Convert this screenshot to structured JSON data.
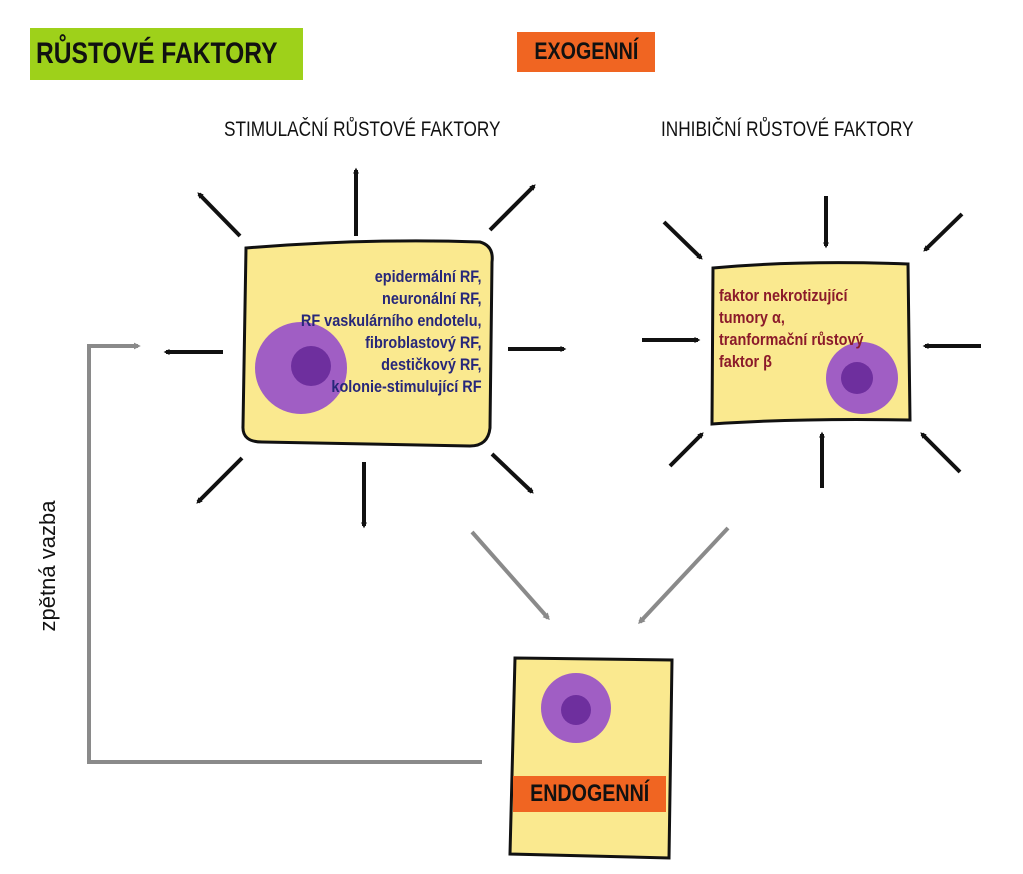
{
  "title": "RŮSTOVÉ FAKTORY",
  "exogenous_label": "EXOGENNÍ",
  "stimulating": {
    "heading": "STIMULAČNÍ RŮSTOVÉ FAKTORY",
    "factors": [
      "epidermální RF,",
      "neuronální RF,",
      "RF vaskulárního endotelu,",
      "fibroblastový RF,",
      "destičkový RF,",
      "kolonie-stimulující RF"
    ]
  },
  "inhibiting": {
    "heading": "INHIBIČNÍ RŮSTOVÉ FAKTORY",
    "factors": [
      "faktor nekrotizující",
      "tumory α,",
      "tranformační růstový",
      "faktor β"
    ]
  },
  "endogenous_label": "ENDOGENNÍ",
  "feedback_label": "zpětná vazba",
  "colors": {
    "title_bg": "#9ed11a",
    "exogenous_bg": "#f06522",
    "endogenous_bg": "#f06522",
    "cell_fill": "#fae98f",
    "nucleus_outer": "#a05ec4",
    "nucleus_inner": "#6e2f9e",
    "stim_text": "#27277a",
    "inhib_text": "#8b1a2a",
    "gray_arrow": "#8a8a8a"
  }
}
